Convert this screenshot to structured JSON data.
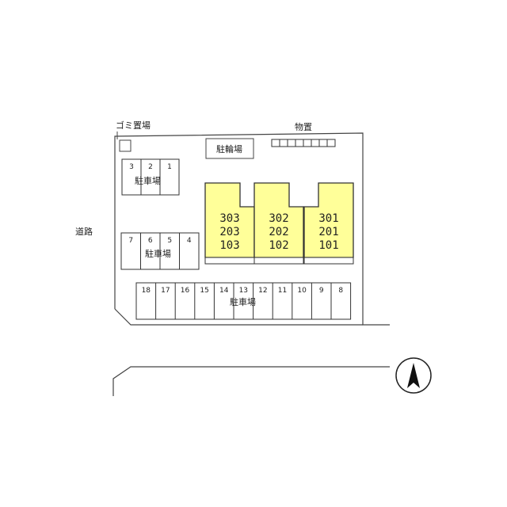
{
  "labels": {
    "road": "道路",
    "garbage": "ゴミ置場",
    "storage": "物置",
    "bicycle": "駐輪場",
    "parking_a": "駐車場",
    "parking_b": "駐車場",
    "parking_c": "駐車場"
  },
  "parking_a_numbers": [
    "3",
    "2",
    "1"
  ],
  "parking_b_numbers": [
    "7",
    "6",
    "5",
    "4"
  ],
  "parking_c_numbers": [
    "18",
    "17",
    "16",
    "15",
    "14",
    "13",
    "12",
    "11",
    "10",
    "9",
    "8"
  ],
  "buildings": [
    {
      "name": "building-left",
      "units": [
        "303",
        "203",
        "103"
      ]
    },
    {
      "name": "building-middle",
      "units": [
        "302",
        "202",
        "102"
      ]
    },
    {
      "name": "building-right",
      "units": [
        "301",
        "201",
        "101"
      ]
    }
  ],
  "colors": {
    "building_fill": "#ffff99",
    "line": "#333333"
  },
  "icons": {
    "compass": "north-arrow-icon",
    "garbage": "garbage-box-icon"
  }
}
